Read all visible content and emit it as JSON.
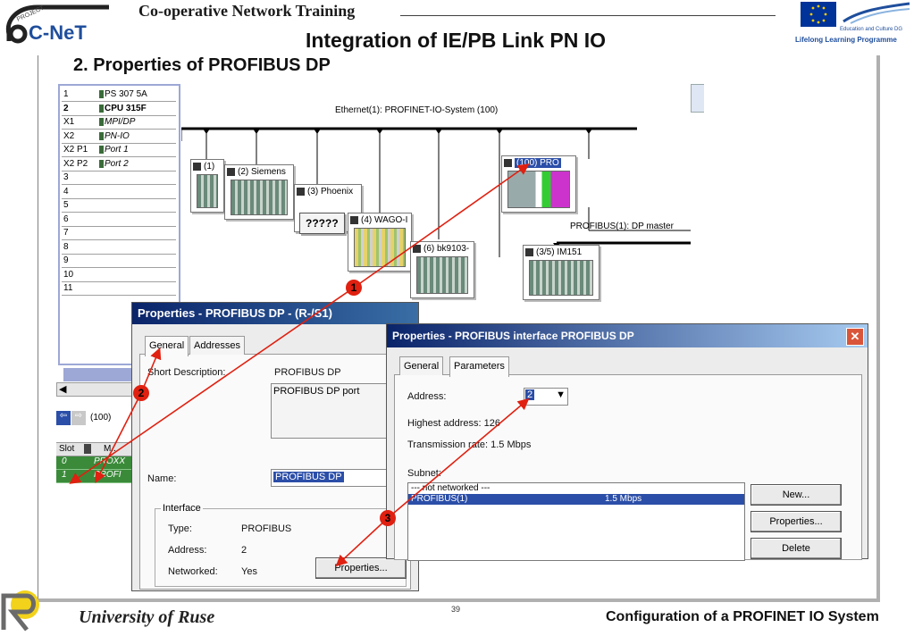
{
  "header": {
    "org": "Co-operative Network Training",
    "logo_text": "C-NeT",
    "logo_small": "PROJECT",
    "eu_line1": "Education and Culture DG",
    "eu_line2": "Lifelong Learning Programme",
    "colors": {
      "eu_blue": "#003399",
      "eu_gold": "#ffcc00",
      "brand_blue": "#1f4e9c"
    }
  },
  "slide": {
    "title": "Integration of IE/PB Link PN IO",
    "subtitle": "2. Properties of PROFIBUS DP"
  },
  "rack": {
    "rows": [
      {
        "slot": "1",
        "module": "PS 307 5A"
      },
      {
        "slot": "2",
        "module": "CPU 315F"
      },
      {
        "slot": "X1",
        "module": "MPI/DP"
      },
      {
        "slot": "X2",
        "module": "PN-IO"
      },
      {
        "slot": "X2 P1",
        "module": "Port 1"
      },
      {
        "slot": "X2 P2",
        "module": "Port 2"
      },
      {
        "slot": "3",
        "module": ""
      },
      {
        "slot": "4",
        "module": ""
      },
      {
        "slot": "5",
        "module": ""
      },
      {
        "slot": "6",
        "module": ""
      },
      {
        "slot": "7",
        "module": ""
      },
      {
        "slot": "8",
        "module": ""
      },
      {
        "slot": "9",
        "module": ""
      },
      {
        "slot": "10",
        "module": ""
      },
      {
        "slot": "11",
        "module": ""
      }
    ]
  },
  "network": {
    "ethernet_label": "Ethernet(1): PROFINET-IO-System (100)",
    "profibus_label": "PROFIBUS(1): DP master",
    "devices": {
      "d1": "(1)",
      "d2": "(2) Siemens",
      "d3": "(3) Phoenix",
      "d4": "(4) WAGO-I",
      "d6": "(6) bk9103-",
      "d100": "(100) PRO",
      "d35": "(3/5) IM151"
    },
    "unknown_box": "?????"
  },
  "lower_left": {
    "nav_text": "(100)",
    "table_headers": [
      "Slot",
      "M..."
    ],
    "rows": [
      {
        "slot": "0",
        "module": "PROXX"
      },
      {
        "slot": "1",
        "module": "PROFI"
      }
    ]
  },
  "dialog1": {
    "title": "Properties - PROFIBUS DP - (R-/S1)",
    "tabs": [
      "General",
      "Addresses"
    ],
    "short_desc_label": "Short Description:",
    "short_desc_value": "PROFIBUS DP",
    "desc_text": "PROFIBUS DP port",
    "name_label": "Name:",
    "name_value": "PROFIBUS DP",
    "interface_group": "Interface",
    "type_label": "Type:",
    "type_value": "PROFIBUS",
    "address_label": "Address:",
    "address_value": "2",
    "networked_label": "Networked:",
    "networked_value": "Yes",
    "properties_button": "Properties..."
  },
  "dialog2": {
    "title": "Properties - PROFIBUS interface  PROFIBUS DP",
    "tabs": [
      "General",
      "Parameters"
    ],
    "address_label": "Address:",
    "address_value": "2",
    "highest_address": "Highest address: 126",
    "transmission_rate": "Transmission rate: 1.5 Mbps",
    "subnet_label": "Subnet:",
    "subnets": [
      {
        "name": "--- not networked ---",
        "rate": ""
      },
      {
        "name": "PROFIBUS(1)",
        "rate": "1.5 Mbps"
      }
    ],
    "buttons": {
      "new": "New...",
      "properties": "Properties...",
      "delete": "Delete"
    }
  },
  "annotations": {
    "b1": "1",
    "b2": "2",
    "b3": "3"
  },
  "footer": {
    "university": "University of Ruse",
    "page_number": "39",
    "right_text": "Configuration of a PROFINET IO System"
  }
}
